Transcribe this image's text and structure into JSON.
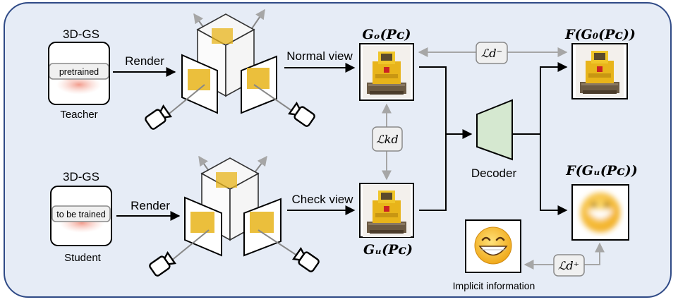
{
  "teacher": {
    "title": "3D-GS",
    "badge": "pretrained",
    "caption": "Teacher",
    "render_label": "Render",
    "view_label": "Normal view",
    "output_label": "Gₒ(Pᴄ)"
  },
  "student": {
    "title": "3D-GS",
    "badge": "to be trained",
    "caption": "Student",
    "render_label": "Render",
    "view_label": "Check view",
    "output_label": "Gᵤ(Pᴄ)"
  },
  "losses": {
    "kd": "ℒkd",
    "d_minus": "ℒd⁻",
    "d_plus": "ℒd⁺"
  },
  "decoder": {
    "label": "Decoder"
  },
  "outputs": {
    "teacher_decoded_label": "F(G₀(Pᴄ))",
    "student_decoded_label": "F(Gᵤ(Pᴄ))"
  },
  "implicit": {
    "caption": "Implicit information"
  },
  "colors": {
    "panel_bg": "#e6ecf6",
    "panel_border": "#2f4a86",
    "decoder_fill": "#d5e8d0",
    "arrow_gray": "#a6a6a6",
    "arrow_black": "#000000",
    "smiley": "#f5c518"
  }
}
